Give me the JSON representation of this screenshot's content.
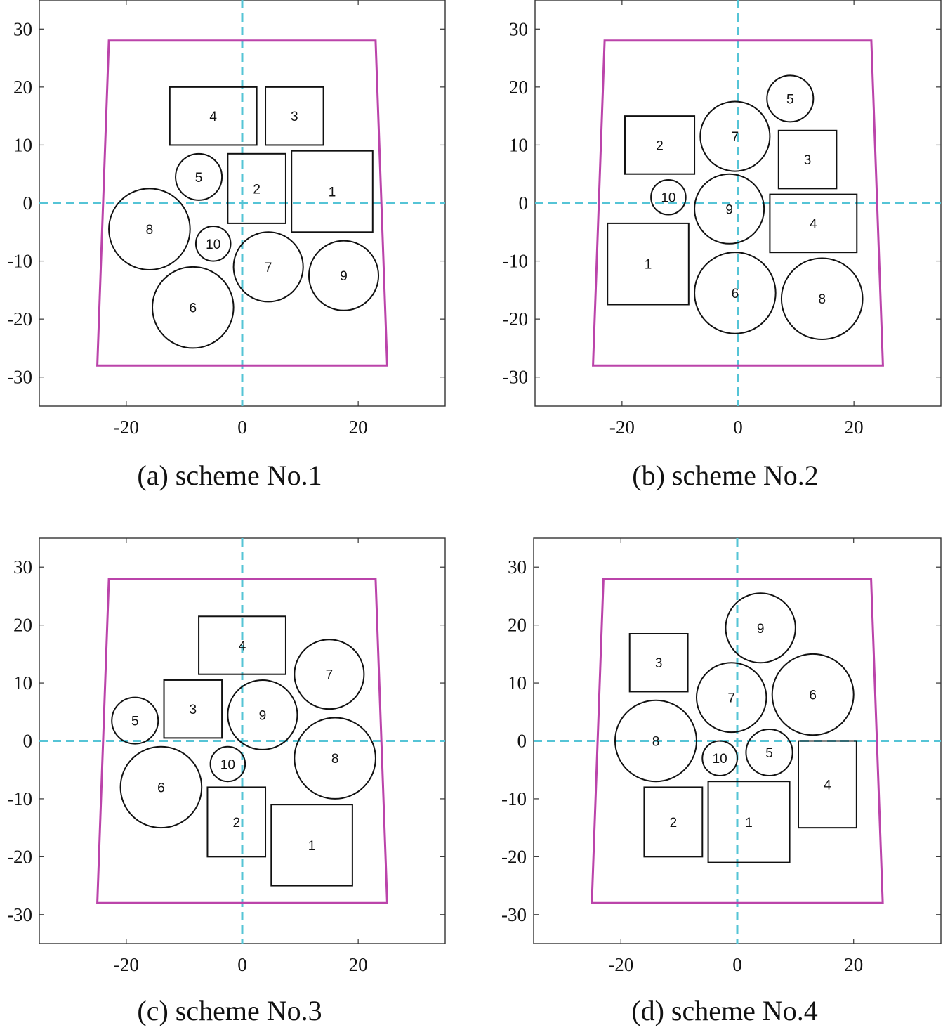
{
  "figure": {
    "x_ticks": [
      "-20",
      "0",
      "20"
    ],
    "y_ticks": [
      "30",
      "20",
      "10",
      "0",
      "-10",
      "-20",
      "-30"
    ],
    "colors": {
      "boundary": "#bb44aa",
      "axes": "#55c4d6",
      "shapes": "#111111",
      "frame": "#333333"
    },
    "boundary_polygon": [
      [
        -23,
        28
      ],
      [
        23,
        28
      ],
      [
        25,
        -28
      ],
      [
        -25,
        -28
      ]
    ]
  },
  "panels": [
    {
      "caption": "(a) scheme No.1",
      "rects": [
        {
          "label": "1",
          "x0": 8.5,
          "x1": 22.5,
          "y0": -5,
          "y1": 9
        },
        {
          "label": "2",
          "x0": -2.5,
          "x1": 7.5,
          "y0": -3.5,
          "y1": 8.5
        },
        {
          "label": "3",
          "x0": 4,
          "x1": 14,
          "y0": 10,
          "y1": 20
        },
        {
          "label": "4",
          "x0": -12.5,
          "x1": 2.5,
          "y0": 10,
          "y1": 20
        }
      ],
      "circles": [
        {
          "label": "5",
          "cx": -7.5,
          "cy": 4.5,
          "r": 4
        },
        {
          "label": "6",
          "cx": -8.5,
          "cy": -18,
          "r": 7
        },
        {
          "label": "7",
          "cx": 4.5,
          "cy": -11,
          "r": 6
        },
        {
          "label": "8",
          "cx": -16,
          "cy": -4.5,
          "r": 7
        },
        {
          "label": "9",
          "cx": 17.5,
          "cy": -12.5,
          "r": 6
        },
        {
          "label": "10",
          "cx": -5,
          "cy": -7,
          "r": 3
        }
      ]
    },
    {
      "caption": "(b) scheme No.2",
      "rects": [
        {
          "label": "1",
          "x0": -22.5,
          "x1": -8.5,
          "y0": -17.5,
          "y1": -3.5
        },
        {
          "label": "2",
          "x0": -19.5,
          "x1": -7.5,
          "y0": 5,
          "y1": 15
        },
        {
          "label": "3",
          "x0": 7,
          "x1": 17,
          "y0": 2.5,
          "y1": 12.5
        },
        {
          "label": "4",
          "x0": 5.5,
          "x1": 20.5,
          "y0": -8.5,
          "y1": 1.5
        }
      ],
      "circles": [
        {
          "label": "5",
          "cx": 9,
          "cy": 18,
          "r": 4
        },
        {
          "label": "6",
          "cx": -0.5,
          "cy": -15.5,
          "r": 7
        },
        {
          "label": "7",
          "cx": -0.5,
          "cy": 11.5,
          "r": 6
        },
        {
          "label": "8",
          "cx": 14.5,
          "cy": -16.5,
          "r": 7
        },
        {
          "label": "9",
          "cx": -1.5,
          "cy": -1,
          "r": 6
        },
        {
          "label": "10",
          "cx": -12,
          "cy": 1,
          "r": 3
        }
      ]
    },
    {
      "caption": "(c) scheme No.3",
      "rects": [
        {
          "label": "1",
          "x0": 5,
          "x1": 19,
          "y0": -25,
          "y1": -11
        },
        {
          "label": "2",
          "x0": -6,
          "x1": 4,
          "y0": -20,
          "y1": -8
        },
        {
          "label": "3",
          "x0": -13.5,
          "x1": -3.5,
          "y0": 0.5,
          "y1": 10.5
        },
        {
          "label": "4",
          "x0": -7.5,
          "x1": 7.5,
          "y0": 11.5,
          "y1": 21.5
        }
      ],
      "circles": [
        {
          "label": "5",
          "cx": -18.5,
          "cy": 3.5,
          "r": 4
        },
        {
          "label": "6",
          "cx": -14,
          "cy": -8,
          "r": 7
        },
        {
          "label": "7",
          "cx": 15,
          "cy": 11.5,
          "r": 6
        },
        {
          "label": "8",
          "cx": 16,
          "cy": -3,
          "r": 7
        },
        {
          "label": "9",
          "cx": 3.5,
          "cy": 4.5,
          "r": 6
        },
        {
          "label": "10",
          "cx": -2.5,
          "cy": -4,
          "r": 3
        }
      ]
    },
    {
      "caption": "(d) scheme No.4",
      "rects": [
        {
          "label": "1",
          "x0": -5,
          "x1": 9,
          "y0": -21,
          "y1": -7
        },
        {
          "label": "2",
          "x0": -16,
          "x1": -6,
          "y0": -20,
          "y1": -8
        },
        {
          "label": "3",
          "x0": -18.5,
          "x1": -8.5,
          "y0": 8.5,
          "y1": 18.5
        },
        {
          "label": "4",
          "x0": 10.5,
          "x1": 20.5,
          "y0": -15,
          "y1": 0
        }
      ],
      "circles": [
        {
          "label": "5",
          "cx": 5.5,
          "cy": -2,
          "r": 4
        },
        {
          "label": "6",
          "cx": 13,
          "cy": 8,
          "r": 7
        },
        {
          "label": "7",
          "cx": -1,
          "cy": 7.5,
          "r": 6
        },
        {
          "label": "8",
          "cx": -14,
          "cy": 0,
          "r": 7
        },
        {
          "label": "9",
          "cx": 4,
          "cy": 19.5,
          "r": 6
        },
        {
          "label": "10",
          "cx": -3,
          "cy": -3,
          "r": 3
        }
      ]
    }
  ]
}
